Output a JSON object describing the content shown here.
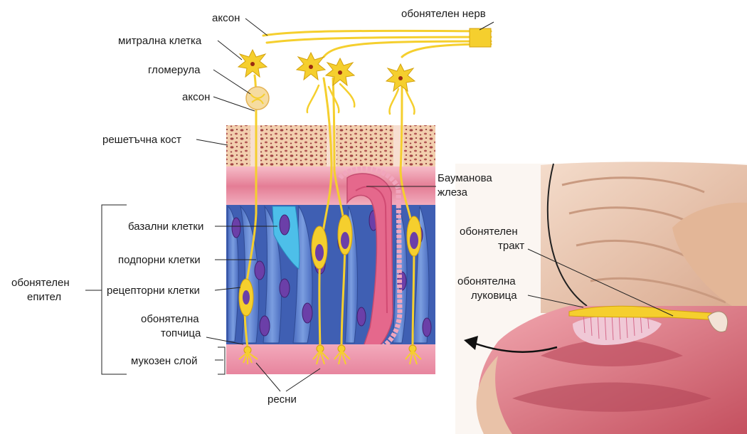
{
  "labels": {
    "axon_top": "аксон",
    "olfactory_nerve": "обонятелен нерв",
    "mitral_cell": "митрална клетка",
    "glomerulus": "гломерула",
    "axon": "аксон",
    "ethmoid_bone": "решетъчна кост",
    "bowman_gland_1": "Бауманова",
    "bowman_gland_2": "жлеза",
    "basal_cells": "базални клетки",
    "support_cells": "подпорни клетки",
    "receptor_cells": "рецепторни клетки",
    "olfactory_epithelium_1": "обонятелен",
    "olfactory_epithelium_2": "епител",
    "olfactory_knob_1": "обонятелна",
    "olfactory_knob_2": "топчица",
    "mucous_layer": "мукозен слой",
    "cilia": "ресни",
    "olfactory_tract_1": "обонятелен",
    "olfactory_tract_2": "тракт",
    "olfactory_bulb_1": "обонятелна",
    "olfactory_bulb_2": "луковица"
  },
  "colors": {
    "neuron_yellow": "#f5cf2e",
    "bone_tan": "#f0c9a8",
    "bone_pores": "#a14545",
    "lamina_pink": "#e98aa0",
    "cell_blue": "#5d82cc",
    "basal_cyan": "#42b8e6",
    "nucleus_purple": "#6b3fa8",
    "gland_pink": "#e5688c",
    "brain_tan": "#e9c0a6",
    "nasal_red": "#d66a79"
  }
}
